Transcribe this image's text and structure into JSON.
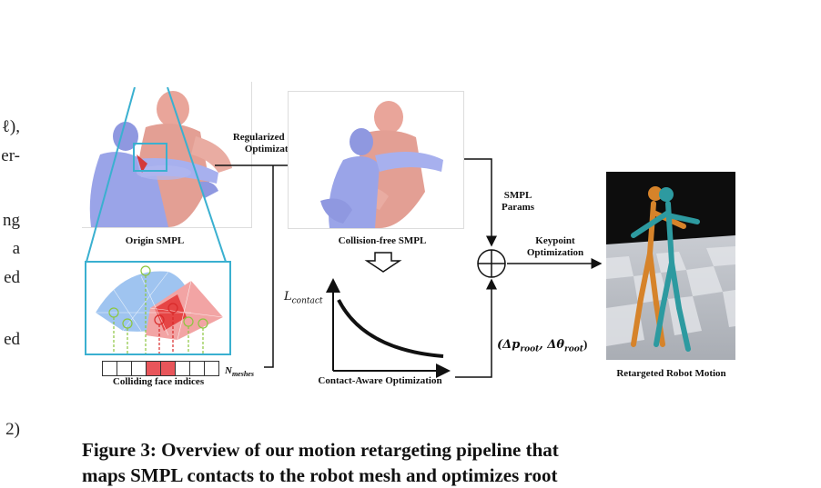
{
  "left_fragments": [
    "ℓ),",
    "er-",
    "ng",
    "a",
    "ed",
    "ed",
    "2)"
  ],
  "labels": {
    "origin_smpl": "Origin SMPL",
    "regularized_shape": "Regularized Shape",
    "optimization": "Optimization",
    "collision_free": "Collision-free SMPL",
    "smpl": "SMPL",
    "params": "Params",
    "keypoint": "Keypoint",
    "keypoint_optimization": "Optimization",
    "colliding_face_indices": "Colliding face indices",
    "n_meshes": "N",
    "n_meshes_sub": "meshes",
    "l_contact": "L",
    "l_contact_sub": "contact",
    "contact_aware": "Contact-Aware Optimization",
    "delta_params": "(Δp",
    "delta_sub1": "root",
    "delta_mid": ", Δθ",
    "delta_sub2": "root",
    "delta_close": ")",
    "retargeted": "Retargeted Robot Motion"
  },
  "index_cells": [
    "white",
    "white",
    "white",
    "red",
    "red",
    "white",
    "white",
    "white"
  ],
  "caption": {
    "line1": "Figure 3: Overview of our motion retargeting pipeline that",
    "line2": "maps SMPL contacts to the robot mesh and optimizes root"
  },
  "colors": {
    "teal": "#3ab0d0",
    "red_cell": "#e8555a",
    "blue_body": "#9aa4e8",
    "skin": "#e9a59a",
    "robot_orange": "#d6832a",
    "robot_teal": "#2d9aa0"
  }
}
